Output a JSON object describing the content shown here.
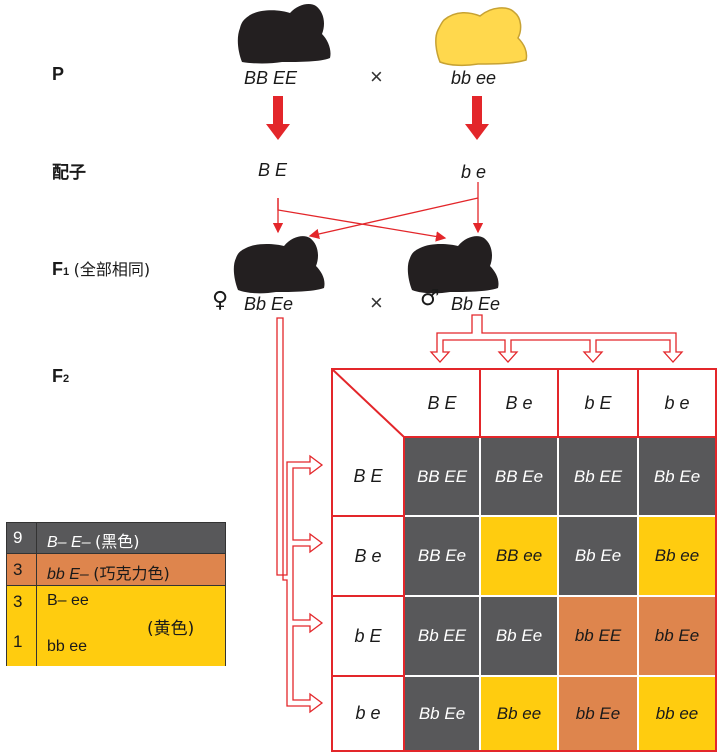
{
  "generations": {
    "p": "P",
    "gametes": "配子",
    "f1_letter": "F",
    "f1_sub": "1",
    "f1_note": "(全部相同)",
    "f2_letter": "F",
    "f2_sub": "2"
  },
  "parents": {
    "black_genotype": "BB EE",
    "yellow_genotype": "bb ee",
    "cross_symbol": "×"
  },
  "gametes": {
    "left": "B E",
    "right": "b e"
  },
  "f1": {
    "female_symbol": "♀",
    "female_genotype": "Bb Ee",
    "male_symbol": "♂",
    "male_genotype": "Bb Ee",
    "cross_symbol": "×"
  },
  "punnett": {
    "col_headers": [
      "B E",
      "B e",
      "b E",
      "b e"
    ],
    "row_headers": [
      "B E",
      "B e",
      "b E",
      "b e"
    ],
    "cells": [
      [
        {
          "g": "BB EE",
          "c": "black"
        },
        {
          "g": "BB Ee",
          "c": "black"
        },
        {
          "g": "Bb EE",
          "c": "black"
        },
        {
          "g": "Bb Ee",
          "c": "black"
        }
      ],
      [
        {
          "g": "BB Ee",
          "c": "black"
        },
        {
          "g": "BB ee",
          "c": "yellow"
        },
        {
          "g": "Bb Ee",
          "c": "black"
        },
        {
          "g": "Bb ee",
          "c": "yellow"
        }
      ],
      [
        {
          "g": "Bb EE",
          "c": "black"
        },
        {
          "g": "Bb Ee",
          "c": "black"
        },
        {
          "g": "bb EE",
          "c": "chocolate"
        },
        {
          "g": "bb Ee",
          "c": "chocolate"
        }
      ],
      [
        {
          "g": "Bb Ee",
          "c": "black"
        },
        {
          "g": "Bb ee",
          "c": "yellow"
        },
        {
          "g": "bb Ee",
          "c": "chocolate"
        },
        {
          "g": "bb ee",
          "c": "yellow"
        }
      ]
    ]
  },
  "legend": {
    "black": {
      "count": "9",
      "genotype": "B– E–",
      "phenotype": "(黑色)"
    },
    "chocolate": {
      "count": "3",
      "genotype": "bb E–",
      "phenotype": "(巧克力色)"
    },
    "yellow_a": {
      "count": "3",
      "genotype": "B– ee"
    },
    "yellow_b": {
      "count": "1",
      "genotype": "bb ee"
    },
    "yellow_phenotype": "(黄色)"
  },
  "colors": {
    "black_dog": "#231f20",
    "yellow_dog": "#ffd84d",
    "black_cell": "#58585a",
    "yellow_cell": "#ffcc0f",
    "chocolate_cell": "#de854d",
    "arrow_red": "#e3262a"
  }
}
